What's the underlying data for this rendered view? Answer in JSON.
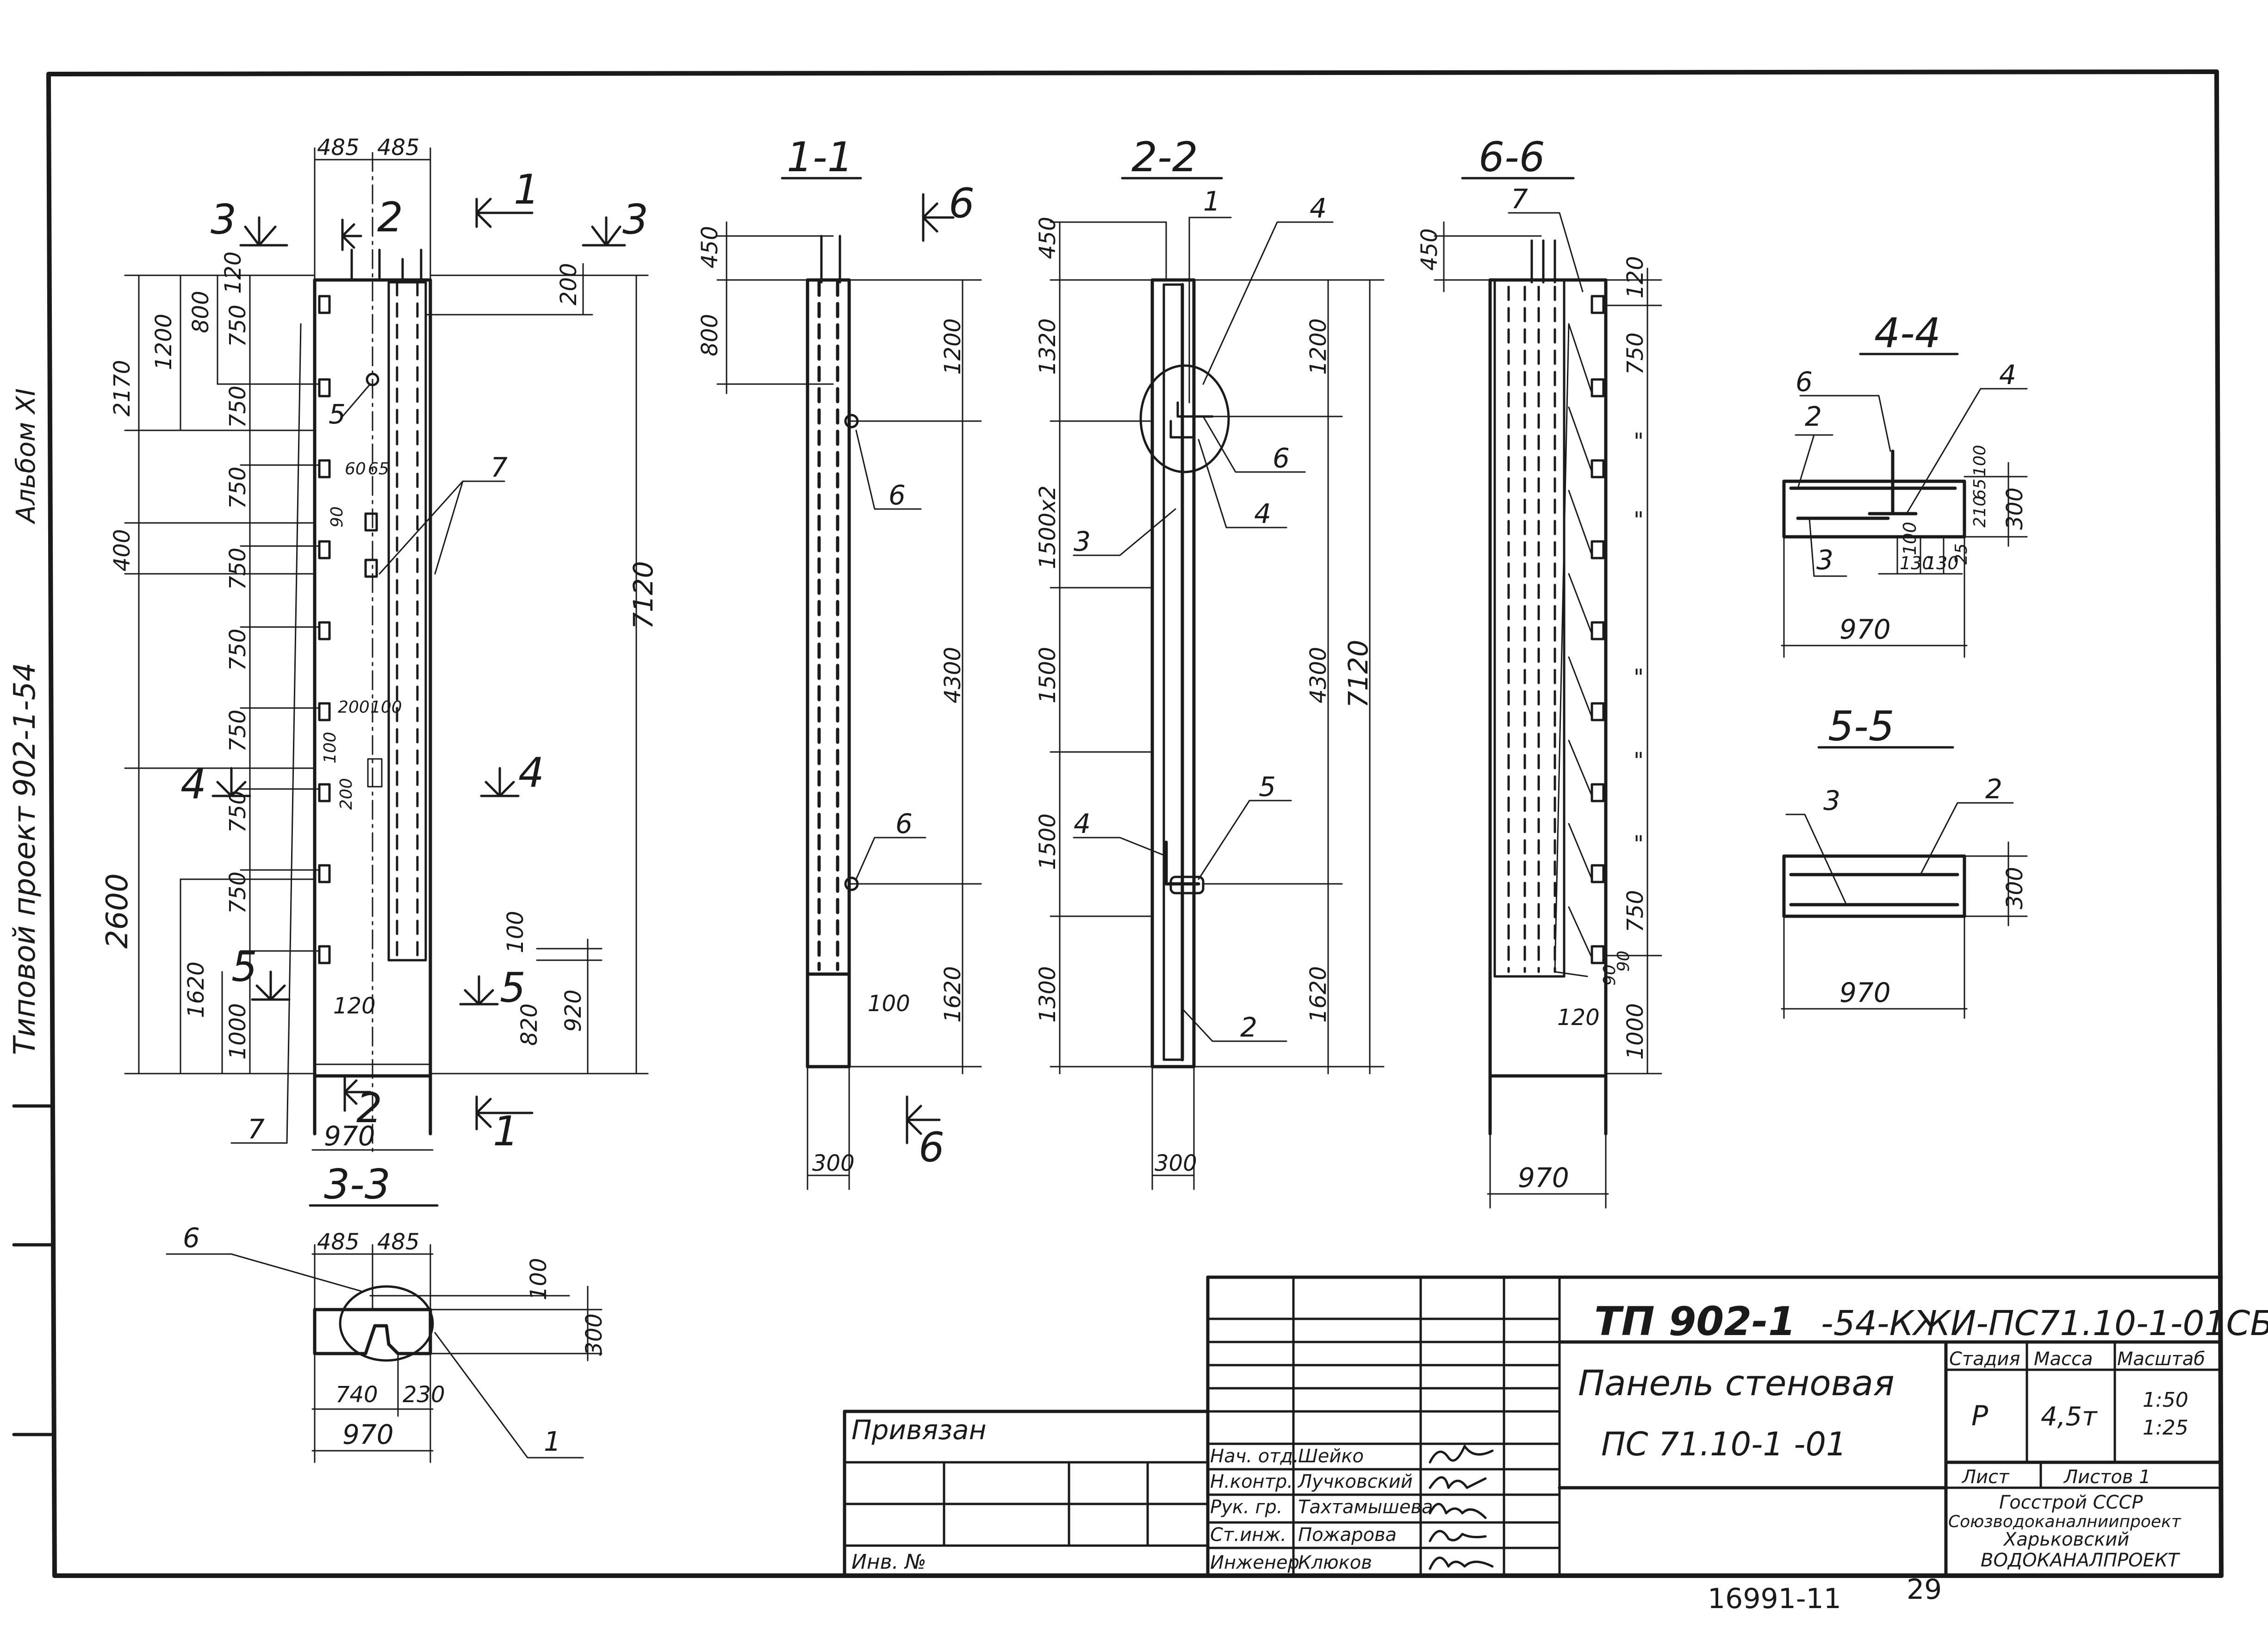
{
  "sheet": {
    "side_code": "Типовой проект 902-1-54",
    "side_album": "Альбом XI",
    "code_prefix": "ТП 902-1",
    "code_rest": "-54-КЖИ-ПС71.10-1-01СБ",
    "title_line1": "Панель стеновая",
    "title_line2": "ПС 71.10-1 -01",
    "bound_label": "Привязан",
    "inv_label": "Инв. №",
    "stamp_number": "16991-11",
    "page_number": "29"
  },
  "roles": [
    {
      "role": "Нач. отд.",
      "name": "Шейко"
    },
    {
      "role": "Н.контр.",
      "name": "Лучковский"
    },
    {
      "role": "Рук. гр.",
      "name": "Тахтамышева"
    },
    {
      "role": "Ст.инж.",
      "name": "Пожарова"
    },
    {
      "role": "Инженер",
      "name": "Клюков"
    }
  ],
  "info": {
    "stage_h": "Стадия",
    "mass_h": "Масса",
    "scale_h": "Масштаб",
    "stage": "Р",
    "mass": "4,5т",
    "scale1": "1:50",
    "scale2": "1:25",
    "sheet_h": "Лист",
    "sheets_h": "Листов 1",
    "org1": "Госстрой СССР",
    "org2": "Союзводоканалниипроект",
    "org3": "Харьковский",
    "org4": "ВОДОКАНАЛПРОЕКТ"
  },
  "sections": {
    "s11": "1-1",
    "s22": "2-2",
    "s66": "6-6",
    "s44": "4-4",
    "s55": "5-5",
    "s33": "3-3"
  },
  "cut_marks": {
    "c1": "1",
    "c2": "2",
    "c3": "3",
    "c4": "4",
    "c5": "5",
    "c6": "6"
  },
  "dims": {
    "w485": "485",
    "w970": "970",
    "w300": "300",
    "w740": "740",
    "w230": "230",
    "d450": "450",
    "d800": "800",
    "d1200": "1200",
    "d2170": "2170",
    "d750": "750",
    "d400": "400",
    "d2600": "2600",
    "d1620": "1620",
    "d1000": "1000",
    "d120": "120",
    "d200": "200",
    "d7120": "7120",
    "d4300": "4300",
    "d920": "920",
    "d820": "820",
    "d100": "100",
    "d1320": "1320",
    "d1500x2": "1500x2",
    "d1500": "1500",
    "d1300": "1300",
    "d60": "60",
    "d90": "90",
    "d25": "25",
    "d210": "210",
    "d65": "65",
    "d130": "130",
    "ditto": "\""
  },
  "marks": {
    "p1": "1",
    "p2": "2",
    "p3": "3",
    "p4": "4",
    "p5": "5",
    "p6": "6",
    "p7": "7"
  }
}
